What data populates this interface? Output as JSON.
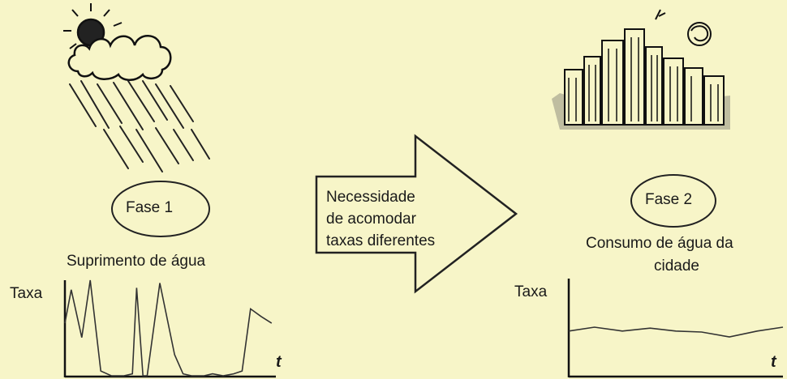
{
  "phase1": {
    "badge": "Fase 1",
    "caption": "Suprimento de água",
    "y_label": "Taxa",
    "x_label": "t"
  },
  "arrow": {
    "line1": "Necessidade",
    "line2": "de acomodar",
    "line3": "taxas diferentes"
  },
  "phase2": {
    "badge": "Fase 2",
    "caption_line1": "Consumo de água da",
    "caption_line2": "cidade",
    "y_label": "Taxa",
    "x_label": "t"
  },
  "chart_data": [
    {
      "type": "line",
      "title": "Suprimento de água",
      "ylabel": "Taxa",
      "xlabel": "t",
      "series": [
        {
          "x": [
            0,
            0.03,
            0.08,
            0.12,
            0.17,
            0.22,
            0.28,
            0.32,
            0.34,
            0.37,
            0.39,
            0.45,
            0.52,
            0.56,
            0.6,
            0.66,
            0.7,
            0.75,
            0.8,
            0.84,
            0.88,
            0.93,
            0.98
          ],
          "y": [
            0.55,
            0.9,
            0.4,
            1.0,
            0.05,
            0.0,
            0.0,
            0.02,
            0.92,
            0.0,
            0.0,
            0.97,
            0.22,
            0.02,
            0.0,
            0.0,
            0.02,
            0.0,
            0.02,
            0.05,
            0.7,
            0.62,
            0.55
          ]
        }
      ]
    },
    {
      "type": "line",
      "title": "Consumo de água da cidade",
      "ylabel": "Taxa",
      "xlabel": "t",
      "series": [
        {
          "x": [
            0,
            0.12,
            0.25,
            0.38,
            0.5,
            0.62,
            0.75,
            0.88,
            1.0
          ],
          "y": [
            0.46,
            0.5,
            0.46,
            0.49,
            0.46,
            0.45,
            0.4,
            0.46,
            0.5
          ]
        }
      ]
    }
  ]
}
